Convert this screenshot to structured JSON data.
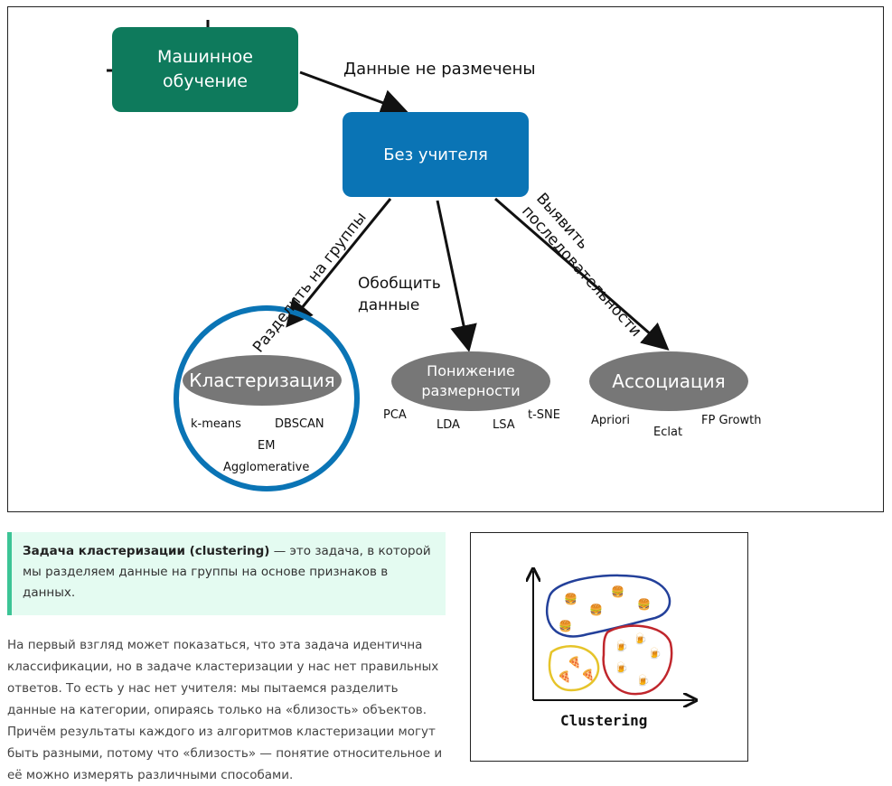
{
  "diagram": {
    "root": "Машинное\nобучение",
    "root_line1": "Машинное",
    "root_line2": "обучение",
    "edge_root_label": "Данные не размечены",
    "center": "Без учителя",
    "branch_left_label": "Разделить на группы",
    "branch_mid_label_line1": "Обобщить",
    "branch_mid_label_line2": "данные",
    "branch_right_label_line1": "Выявить",
    "branch_right_label_line2": "последовательности",
    "clustering": {
      "title": "Кластеризация",
      "algorithms": [
        "k-means",
        "DBSCAN",
        "EM",
        "Agglomerative"
      ]
    },
    "dimreduction": {
      "title_line1": "Понижение",
      "title_line2": "размерности",
      "algorithms": [
        "PCA",
        "LDA",
        "LSA",
        "t-SNE"
      ]
    },
    "association": {
      "title": "Ассоциация",
      "algorithms": [
        "Apriori",
        "Eclat",
        "FP Growth"
      ]
    },
    "colors": {
      "root": "#0e7a5c",
      "center": "#0a74b5",
      "ellipse": "#777777",
      "highlight_circle": "#0a74b5"
    }
  },
  "callout": {
    "bold": "Задача кластеризации (clustering)",
    "rest": " — это задача, в которой мы разделяем данные на группы на основе признаков в данных."
  },
  "paragraph": "На первый взгляд может показаться, что эта задача идентична классификации, но в задаче кластеризации у нас нет правильных ответов. То есть у нас нет учителя: мы пытаемся разделить данные на категории, опираясь только на «близость» объектов. Причём результаты каждого из алгоритмов кластеризации могут быть разными, потому что «близость» — понятие относительное и её можно измерять различными способами.",
  "illustration": {
    "caption": "Clustering",
    "icons": [
      "burger-icon",
      "beer-icon",
      "pizza-icon"
    ]
  }
}
